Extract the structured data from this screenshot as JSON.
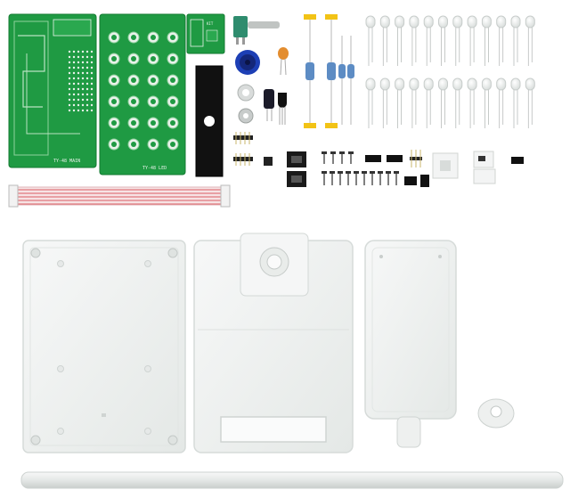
{
  "pcb": {
    "main_silk_tag": "TY-48 MAIN",
    "led_silk_tag": "TY-48 LED",
    "small_silk_tag": "KIT"
  },
  "colors": {
    "pcb_green": "#1f9a43",
    "pcb_dark": "#137a31",
    "pad_white": "#e9f2ea",
    "case_white": "#f1f3f2",
    "case_shadow": "#d6dbd9",
    "resistor_body": "#5d8cc4",
    "wire_red": "#e0787d",
    "led_clear": "#eef1f0",
    "rod": "#e9ecea"
  },
  "led_columns": 12,
  "led_rows": 2,
  "icons": [
    "potentiometer-icon",
    "capacitor-icon",
    "resistor-icon",
    "led-icon",
    "screw-icon",
    "ic-socket-icon"
  ]
}
